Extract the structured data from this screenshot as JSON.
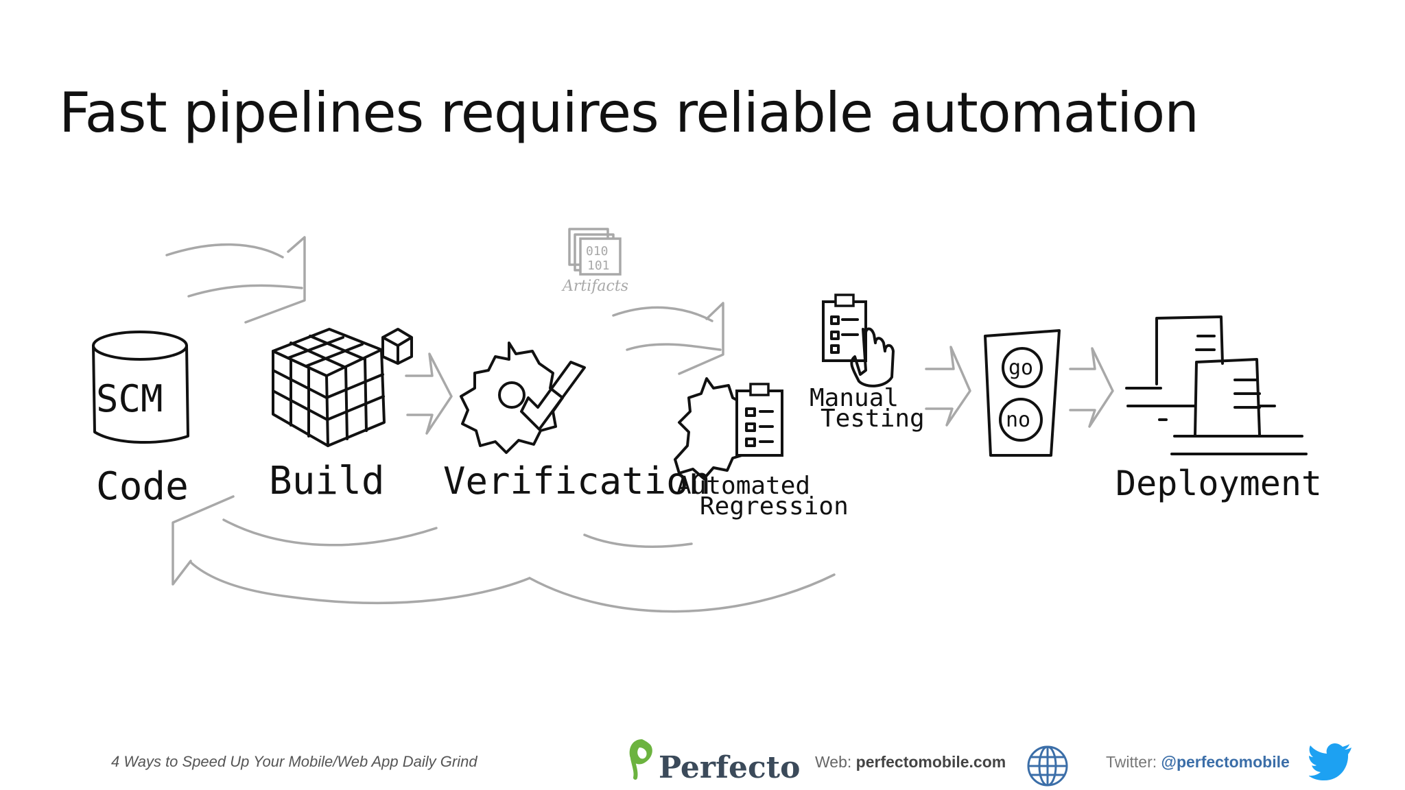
{
  "slide": {
    "title": "Fast pipelines requires reliable automation"
  },
  "diagram": {
    "stages": [
      {
        "key": "code",
        "label": "Code",
        "icon": "database-cylinder-icon",
        "icon_text": "SCM"
      },
      {
        "key": "build",
        "label": "Build",
        "icon": "grid-cube-icon"
      },
      {
        "key": "verification",
        "label": "Verification",
        "icon": "gear-checkmark-icon"
      },
      {
        "key": "automated-regression",
        "label_line1": "Automated",
        "label_line2": "Regression",
        "icon": "gear-clipboard-icon"
      },
      {
        "key": "manual-testing",
        "label_line1": "Manual",
        "label_line2": "Testing",
        "icon": "clipboard-hand-icon"
      },
      {
        "key": "go-no",
        "icon": "traffic-light-icon",
        "go_text": "go",
        "no_text": "no"
      },
      {
        "key": "deployment",
        "label": "Deployment",
        "icon": "server-stack-icon"
      }
    ],
    "artifacts": {
      "label": "Artifacts",
      "binary_line1": "010",
      "binary_line2": "101",
      "icon": "document-stack-icon"
    },
    "arrow_color": "#a8a8a8",
    "ink_color": "#111111"
  },
  "footer": {
    "subtitle": "4 Ways to Speed Up Your Mobile/Web App Daily Grind",
    "brand": "Perfecto",
    "brand_color": "#3b4a5a",
    "logo_leaf_color": "#6cb33f",
    "web_label": "Web: ",
    "web_value": "perfectomobile.com",
    "twitter_label": "Twitter: ",
    "twitter_value": "@perfectomobile",
    "twitter_color": "#1da1f2",
    "globe_color": "#3b6ea8"
  }
}
